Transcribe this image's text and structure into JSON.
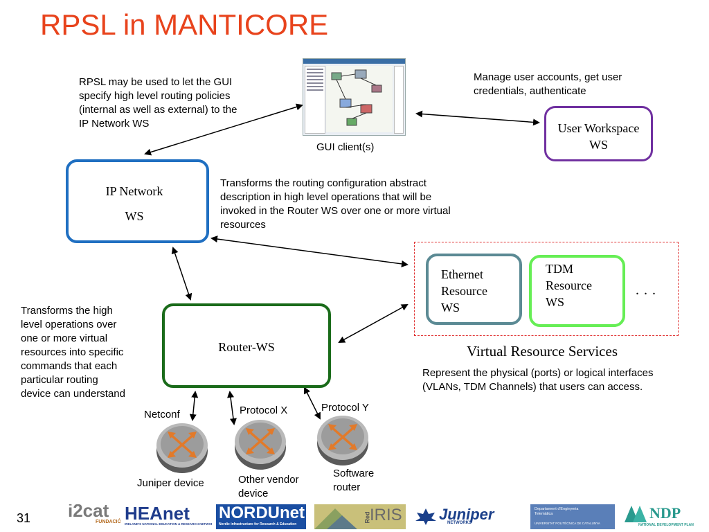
{
  "slide": {
    "title": "RPSL in MANTICORE",
    "page_number": "31"
  },
  "notes": {
    "gui_description": [
      "RPSL may be used to let the GUI",
      "specify high level routing policies",
      "(internal as well as external) to the",
      "IP Network WS"
    ],
    "user_accounts": [
      "Manage user accounts, get user",
      "credentials, authenticate"
    ],
    "ipnetwork_transform": [
      "Transforms the routing configuration abstract",
      "description in high level operations that will be",
      "invoked in the Router WS over one or more virtual",
      "resources"
    ],
    "router_transform": [
      "Transforms the high",
      "level operations over",
      "one or more virtual",
      "resources into specific",
      "commands that each",
      "particular routing",
      "device can understand"
    ],
    "vrs_description": [
      "Represent the physical (ports) or logical interfaces",
      "(VLANs, TDM Channels) that users can access."
    ]
  },
  "gui": {
    "caption": "GUI client(s)"
  },
  "boxes": {
    "ip_network": {
      "line1": "IP Network",
      "line2": "WS",
      "color": "#1f6fc1"
    },
    "user_workspace": {
      "line1": "User Workspace",
      "line2": "WS",
      "color": "#7030a0"
    },
    "router_ws": {
      "label": "Router-WS",
      "color": "#1a6b1a"
    },
    "ethernet": {
      "line1": "Ethernet",
      "line2": "Resource",
      "line3": "WS",
      "color": "#5b8a94"
    },
    "tdm": {
      "line1": "TDM",
      "line2": "Resource",
      "line3": "WS",
      "color": "#66ee55"
    },
    "ellipsis": ". . .",
    "vrs_label": "Virtual Resource Services",
    "vrs_border": "#e03030"
  },
  "protocols": {
    "netconf": "Netconf",
    "protocol_x": "Protocol X",
    "protocol_y": "Protocol Y"
  },
  "devices": {
    "juniper": "Juniper device",
    "other_vendor": [
      "Other vendor",
      "device"
    ],
    "software_router": [
      "Software",
      "router"
    ]
  },
  "logos": {
    "i2cat": "i2cat",
    "i2cat_sub": "FUNDACIÓ",
    "heanet": "HEAnet",
    "heanet_sub": "IRELAND'S NATIONAL EDUCATION & RESEARCH NETWORK",
    "nordunet": "NORDUnet",
    "nordunet_sub": "Nordic infrastructure for Research & Education",
    "rediris": "IRIS",
    "rediris_prefix": "Red",
    "juniper": "Juniper",
    "juniper_sub": "NETWORKS",
    "upc_line1": "Departament d'Enginyeria",
    "upc_line2": "Telemàtica",
    "upc_line3": "UNIVERSITAT POLITÈCNICA DE CATALUNYA",
    "ndp": "NDP",
    "ndp_sub": "NATIONAL DEVELOPMENT PLAN"
  }
}
